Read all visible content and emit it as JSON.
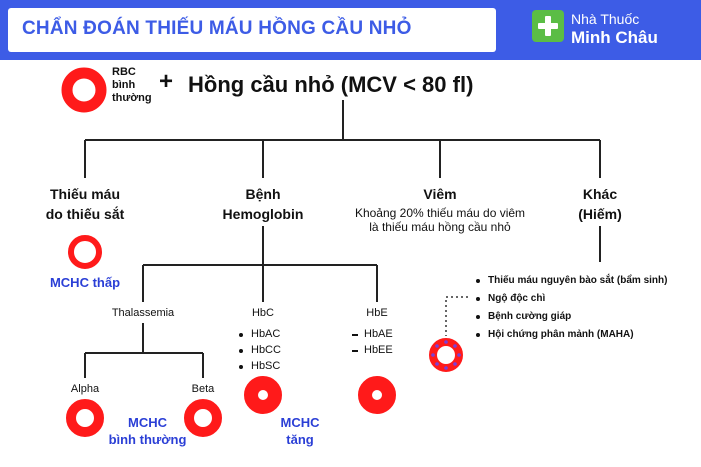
{
  "header": {
    "title": "CHẨN ĐOÁN THIẾU MÁU HỒNG CẦU NHỎ",
    "brand_line1": "Nhà Thuốc",
    "brand_line2": "Minh Châu",
    "accent_color": "#3d5ce6",
    "logo_color": "#5bbd45"
  },
  "top": {
    "rbc_label": "RBC\nbình\nthường",
    "plus": "+",
    "main_label": "Hồng cầu nhỏ (MCV < 80 fl)"
  },
  "categories": [
    {
      "title": "Thiếu máu\ndo thiếu sắt",
      "note": "MCHC thấp"
    },
    {
      "title": "Bệnh\nHemoglobin"
    },
    {
      "title": "Viêm",
      "note": "Khoảng 20% thiếu máu do viêm\nlà thiếu máu hồng cầu nhỏ"
    },
    {
      "title": "Khác\n(Hiếm)"
    }
  ],
  "hemoglobin": {
    "thalassemia": "Thalassemia",
    "alpha": "Alpha",
    "beta": "Beta",
    "thal_note": "MCHC\nbình thường",
    "hbc": "HbC",
    "hbc_items": [
      "HbAC",
      "HbCC",
      "HbSC"
    ],
    "hbc_note": "MCHC\ntăng",
    "hbe": "HbE",
    "hbe_items": [
      "HbAE",
      "HbEE"
    ]
  },
  "other_causes": [
    "Thiếu máu nguyên bào sắt (bẩm sinh)",
    "Ngộ độc chì",
    "Bệnh cường giáp",
    "Hội chứng phân mảnh (MAHA)"
  ],
  "colors": {
    "red": "#ff1a1a",
    "blue_text": "#2b3fd6",
    "purple_dots": "#7a3fd6"
  }
}
